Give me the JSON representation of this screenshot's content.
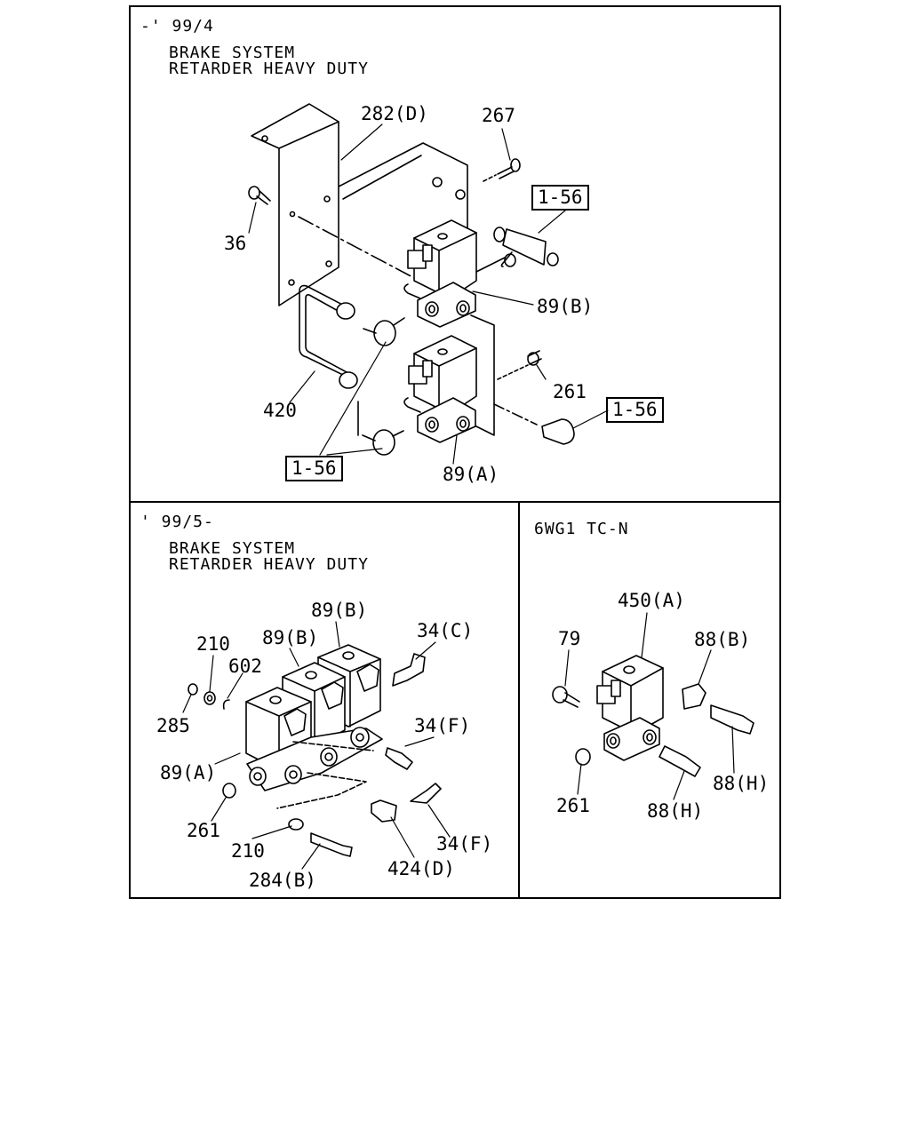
{
  "panels": {
    "top": {
      "range": "-' 99/4",
      "title_line1": "BRAKE SYSTEM",
      "title_line2": "RETARDER HEAVY DUTY",
      "labels": {
        "p282d": "282(D)",
        "p267": "267",
        "p36": "36",
        "ref1": "1-56",
        "p89b": "89(B)",
        "p261": "261",
        "ref2": "1-56",
        "p420": "420",
        "p89a": "89(A)",
        "ref3": "1-56"
      }
    },
    "bottom_left": {
      "range": "' 99/5-",
      "title_line1": "BRAKE SYSTEM",
      "title_line2": "RETARDER HEAVY DUTY",
      "labels": {
        "p89b_1": "89(B)",
        "p210_1": "210",
        "p89b_2": "89(B)",
        "p34c": "34(C)",
        "p602": "602",
        "p285": "285",
        "p34f_1": "34(F)",
        "p89a": "89(A)",
        "p261": "261",
        "p210_2": "210",
        "p34f_2": "34(F)",
        "p284b": "284(B)",
        "p424d": "424(D)"
      }
    },
    "bottom_right": {
      "model": "6WG1 TC-N",
      "labels": {
        "p450a": "450(A)",
        "p79": "79",
        "p88b": "88(B)",
        "p88h_1": "88(H)",
        "p261": "261",
        "p88h_2": "88(H)"
      }
    }
  }
}
